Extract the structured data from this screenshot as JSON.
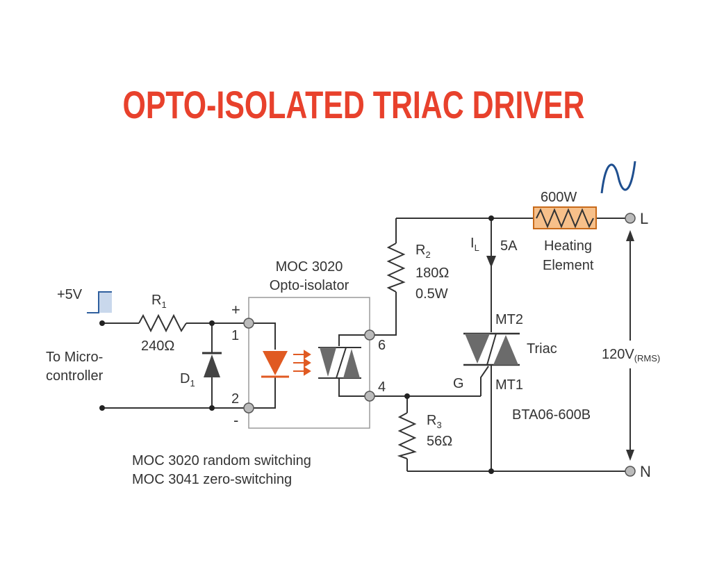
{
  "title": "OPTO-ISOLATED TRIAC DRIVER",
  "colors": {
    "title": "#e8412c",
    "wire": "#333333",
    "led": "#e05a22",
    "device": "#6b6b6b",
    "heater_fill": "#f7c08a",
    "heater_stroke": "#c86a1a",
    "pulse_fill": "#c9d8ec",
    "pulse_stroke": "#2f5f9e",
    "sine": "#1f4f8f",
    "box": "#9a9a9a",
    "terminal": "#bbbbbb"
  },
  "input": {
    "voltage": "+5V",
    "source_line1": "To Micro-",
    "source_line2": "controller"
  },
  "r1": {
    "name": "R",
    "sub": "1",
    "value": "240Ω"
  },
  "d1": {
    "name": "D",
    "sub": "1"
  },
  "opto": {
    "title_line1": "MOC 3020",
    "title_line2": "Opto-isolator",
    "pin1": "1",
    "pin2": "2",
    "pin4": "4",
    "pin6": "6",
    "plus": "+",
    "minus": "-"
  },
  "r2": {
    "name": "R",
    "sub": "2",
    "value": "180Ω",
    "power": "0.5W"
  },
  "r3": {
    "name": "R",
    "sub": "3",
    "value": "56Ω"
  },
  "triac": {
    "label": "Triac",
    "mt2": "MT2",
    "mt1": "MT1",
    "gate": "G",
    "part": "BTA06-600B"
  },
  "load": {
    "power": "600W",
    "line1": "Heating",
    "line2": "Element",
    "current_name": "I",
    "current_sub": "L",
    "current": "5A"
  },
  "mains": {
    "live": "L",
    "neutral": "N",
    "voltage": "120V",
    "voltage_sub": "(RMS)"
  },
  "notes": {
    "line1": "MOC 3020 random switching",
    "line2": "MOC 3041 zero-switching"
  }
}
